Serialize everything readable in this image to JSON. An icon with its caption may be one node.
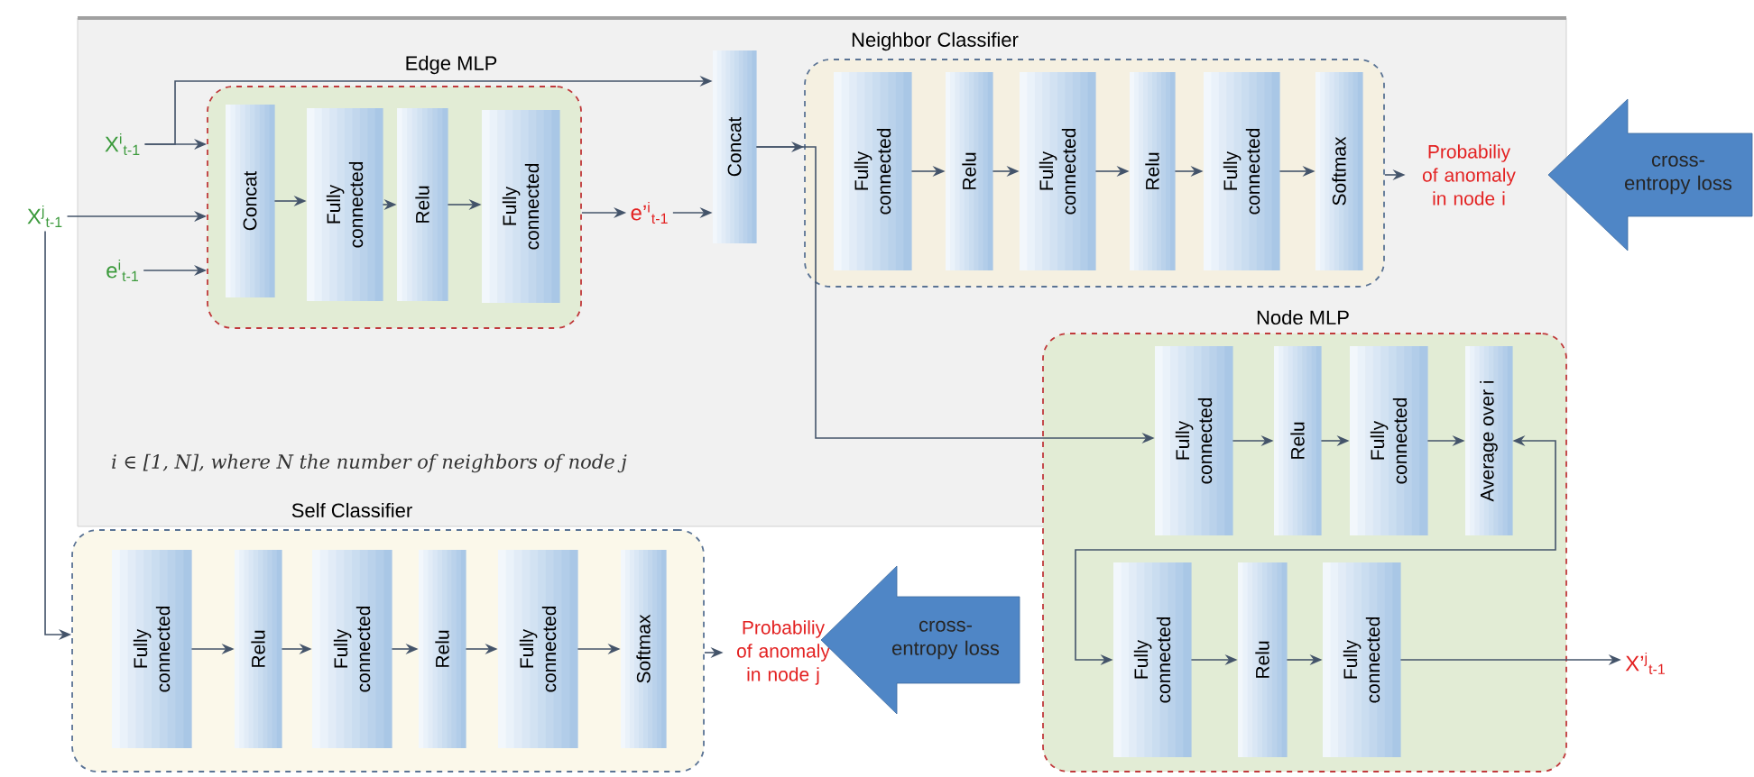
{
  "diagram": {
    "nodes": [
      {
        "text": [
          "Edge MLP"
        ]
      },
      {
        "text": [
          "Concat"
        ],
        "in": 0
      },
      {
        "text": [
          "Fully connected"
        ],
        "in": 0
      },
      {
        "text": [
          "Relu"
        ],
        "in": 0
      },
      {
        "text": [
          "Fully connected"
        ],
        "in": 0
      },
      {
        "text": [
          "X$^{i}$$_{t-1}$"
        ]
      },
      {
        "text": [
          "X$^{j}$$_{t-1}$"
        ]
      },
      {
        "text": [
          "e$^{i}$$_{t-1}$"
        ]
      },
      {
        "text": [
          "e’$^{i}$$_{t-1}$"
        ]
      },
      {
        "text": [
          "Concat"
        ]
      },
      {
        "text": [
          "Neighbor Classifier"
        ]
      },
      {
        "text": [
          "Fully connected"
        ],
        "in": 10
      },
      {
        "text": [
          "Relu"
        ],
        "in": 10
      },
      {
        "text": [
          "Fully connected"
        ],
        "in": 10
      },
      {
        "text": [
          "Relu"
        ],
        "in": 10
      },
      {
        "text": [
          "Fully connected"
        ],
        "in": 10
      },
      {
        "text": [
          "Softmax"
        ],
        "in": 10
      },
      {
        "text": [
          "Probabiliy of anomaly in node i"
        ]
      },
      {
        "text": [
          "cross-entropy loss"
        ]
      },
      {
        "text": [
          "Node MLP"
        ]
      },
      {
        "text": [
          "Fully connected"
        ],
        "in": 19
      },
      {
        "text": [
          "Relu"
        ],
        "in": 19
      },
      {
        "text": [
          "Fully connected"
        ],
        "in": 19
      },
      {
        "text": [
          "Average over i"
        ],
        "in": 19
      },
      {
        "text": [
          "Fully connected"
        ],
        "in": 19
      },
      {
        "text": [
          "Relu"
        ],
        "in": 19
      },
      {
        "text": [
          "Fully connected"
        ],
        "in": 19
      },
      {
        "text": [
          "X’$^{j}$$_{t-1}$"
        ]
      },
      {
        "text": [
          "Self Classifier"
        ]
      },
      {
        "text": [
          "Fully connected"
        ],
        "in": 28
      },
      {
        "text": [
          "Relu"
        ],
        "in": 28
      },
      {
        "text": [
          "Fully connected"
        ],
        "in": 28
      },
      {
        "text": [
          "Relu"
        ],
        "in": 28
      },
      {
        "text": [
          "Fully connected"
        ],
        "in": 28
      },
      {
        "text": [
          "Softmax"
        ],
        "in": 28
      },
      {
        "text": [
          "Probabiliy of anomaly in node j"
        ]
      },
      {
        "text": [
          "cross-entropy loss"
        ]
      }
    ],
    "edges": [
      {
        "from": 5,
        "to": 0,
        "arrow": "to"
      },
      {
        "from": 6,
        "to": 0,
        "arrow": "to"
      },
      {
        "from": 7,
        "to": 0,
        "arrow": "to"
      },
      {
        "from": 5,
        "to": 9,
        "arrow": "to"
      },
      {
        "from": 1,
        "to": 2,
        "arrow": "to"
      },
      {
        "from": 2,
        "to": 3,
        "arrow": "to"
      },
      {
        "from": 3,
        "to": 4,
        "arrow": "to"
      },
      {
        "from": 0,
        "to": 8,
        "arrow": "to"
      },
      {
        "from": 8,
        "to": 9,
        "arrow": "to"
      },
      {
        "from": 9,
        "to": 10,
        "arrow": "to"
      },
      {
        "from": 11,
        "to": 12,
        "arrow": "to"
      },
      {
        "from": 12,
        "to": 13,
        "arrow": "to"
      },
      {
        "from": 13,
        "to": 14,
        "arrow": "to"
      },
      {
        "from": 14,
        "to": 15,
        "arrow": "to"
      },
      {
        "from": 15,
        "to": 16,
        "arrow": "to"
      },
      {
        "from": 10,
        "to": 17,
        "arrow": "to"
      },
      {
        "from": 9,
        "to": 20,
        "arrow": "to"
      },
      {
        "from": 20,
        "to": 21,
        "arrow": "to"
      },
      {
        "from": 21,
        "to": 22,
        "arrow": "to"
      },
      {
        "from": 22,
        "to": 23,
        "arrow": "to"
      },
      {
        "from": 23,
        "to": 24,
        "arrow": "both"
      },
      {
        "from": 24,
        "to": 25,
        "arrow": "to"
      },
      {
        "from": 25,
        "to": 26,
        "arrow": "to"
      },
      {
        "from": 26,
        "to": 27,
        "arrow": "to"
      },
      {
        "from": 6,
        "to": 28,
        "arrow": "to"
      },
      {
        "from": 29,
        "to": 30,
        "arrow": "to"
      },
      {
        "from": 30,
        "to": 31,
        "arrow": "to"
      },
      {
        "from": 31,
        "to": 32,
        "arrow": "to"
      },
      {
        "from": 32,
        "to": 33,
        "arrow": "to"
      },
      {
        "from": 33,
        "to": 34,
        "arrow": "to"
      },
      {
        "from": 28,
        "to": 35,
        "arrow": "to"
      }
    ],
    "labels": [
      "i ∈ [1, N], where N the number of neighbors of node j"
    ]
  }
}
